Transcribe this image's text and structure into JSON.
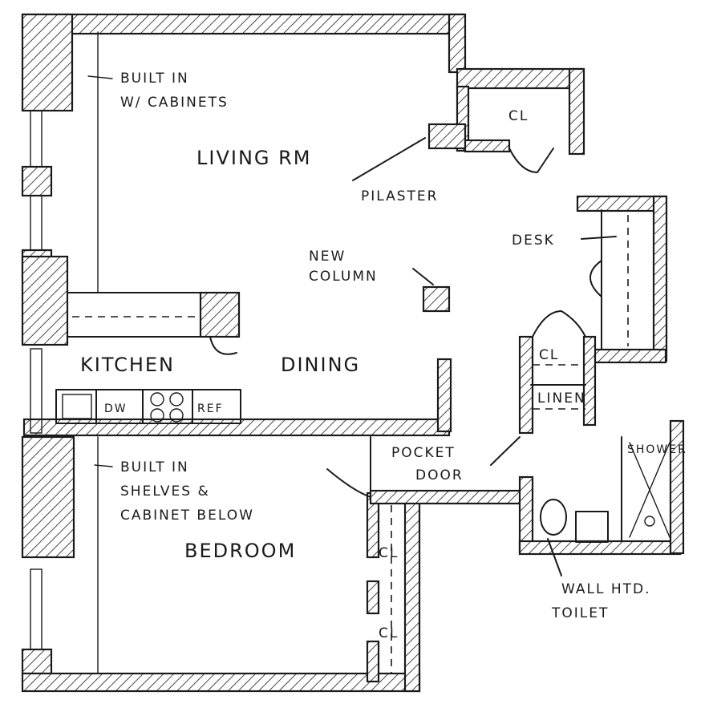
{
  "rooms": {
    "living": "LIVING RM",
    "kitchen": "KITCHEN",
    "dining": "DINING",
    "bedroom": "BEDROOM",
    "closet": "CL",
    "linen": "LINEN",
    "shower": "SHOWER",
    "desk": "DESK"
  },
  "appliances": {
    "dishwasher": "DW",
    "refrigerator": "REF"
  },
  "notes": {
    "built_in_cabinets": [
      "BUILT IN",
      "W/ CABINETS"
    ],
    "pilaster": "PILASTER",
    "new_column": [
      "NEW",
      "COLUMN"
    ],
    "built_in_shelves": [
      "BUILT IN",
      "SHELVES &",
      "CABINET BELOW"
    ],
    "pocket_door": [
      "POCKET",
      "DOOR"
    ],
    "wall_toilet": [
      "WALL HTD.",
      "TOILET"
    ]
  }
}
